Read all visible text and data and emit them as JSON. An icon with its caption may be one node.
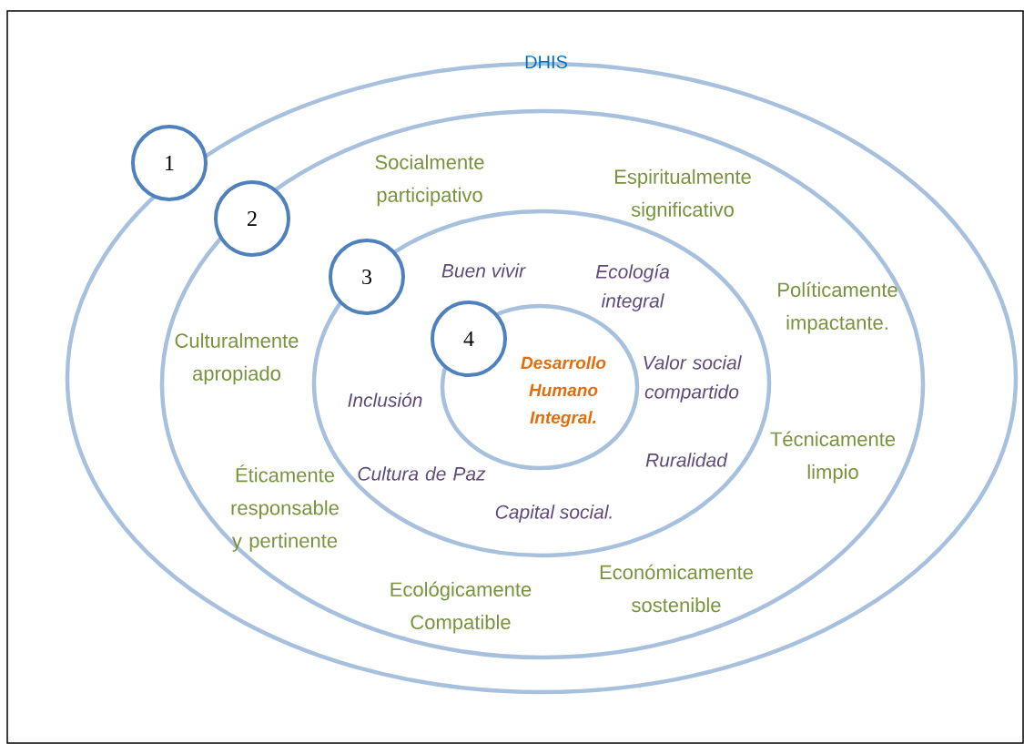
{
  "diagram": {
    "nodes": [
      {
        "text": [
          "DHIS"
        ]
      },
      {
        "text": [
          "Socialmente participativo",
          "Espiritualmente significativo",
          "Políticamente impactante.",
          "Culturalmente apropiado",
          "Técnicamente limpio",
          "Éticamente responsable y pertinente",
          "Ecológicamente Compatible",
          "Económicamente sostenible"
        ],
        "in": 0
      },
      {
        "text": [
          "Buen vivir",
          "Ecología integral",
          "Inclusión",
          "Valor social compartido",
          "Cultura de Paz",
          "Ruralidad",
          "Capital social."
        ],
        "in": 1
      },
      {
        "text": [
          "Desarrollo Humano Integral."
        ],
        "in": 2
      },
      {
        "text": [
          "1"
        ]
      },
      {
        "text": [
          "2"
        ],
        "in": 1
      },
      {
        "text": [
          "3"
        ],
        "in": 2
      },
      {
        "text": [
          "4"
        ],
        "in": 2
      }
    ]
  }
}
